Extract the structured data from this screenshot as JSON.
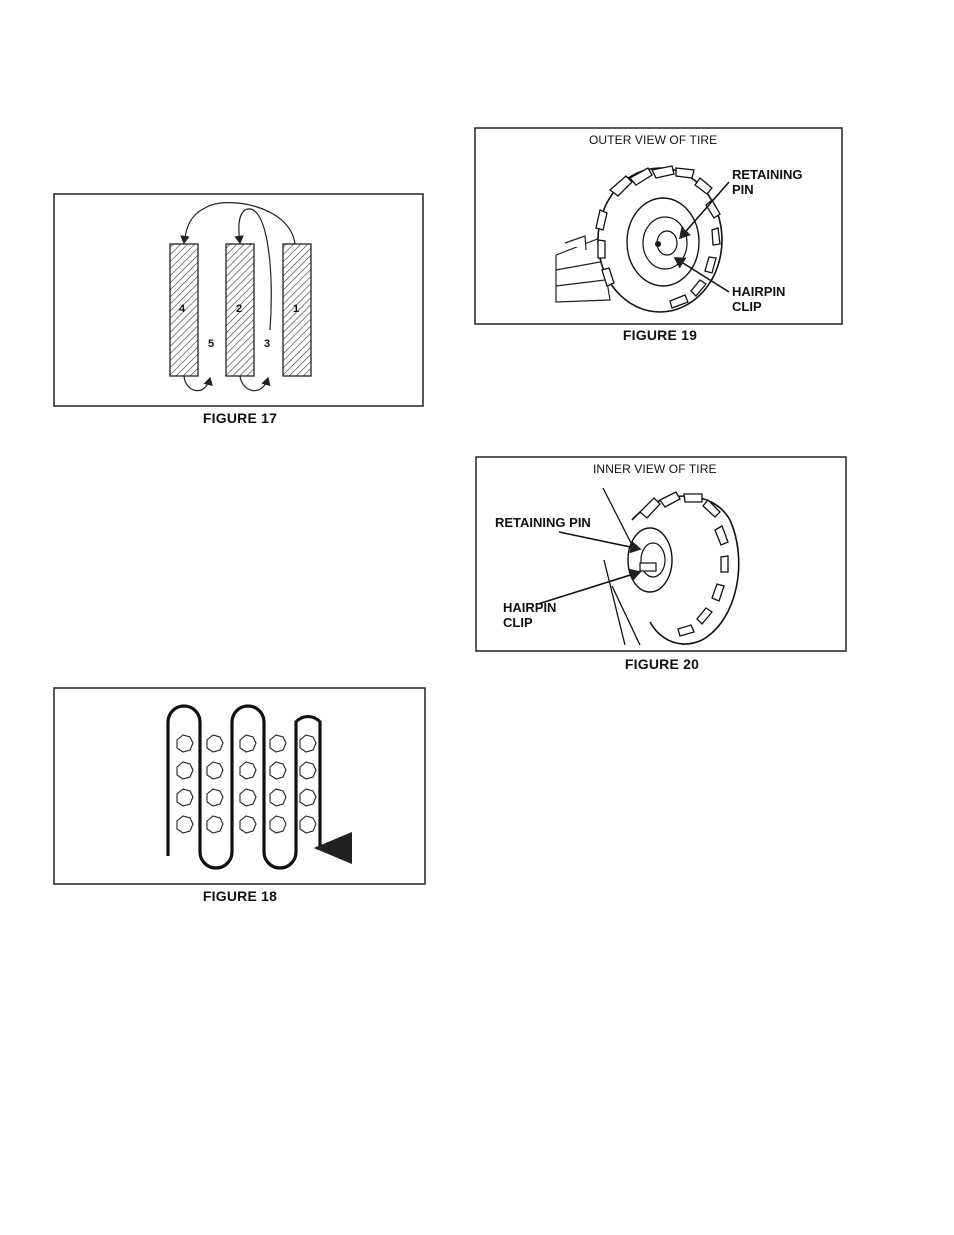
{
  "figure17": {
    "caption": "FIGURE 17",
    "strip_labels": [
      "4",
      "2",
      "1"
    ],
    "gap_labels": [
      "5",
      "3"
    ]
  },
  "figure18": {
    "caption": "FIGURE 18"
  },
  "figure19": {
    "title": "OUTER VIEW OF TIRE",
    "label_pin_line1": "RETAINING",
    "label_pin_line2": "PIN",
    "label_clip_line1": "HAIRPIN",
    "label_clip_line2": "CLIP",
    "caption": "FIGURE 19"
  },
  "figure20": {
    "title": "INNER VIEW OF TIRE",
    "label_pin": "RETAINING PIN",
    "label_clip_line1": "HAIRPIN",
    "label_clip_line2": "CLIP",
    "caption": "FIGURE 20"
  }
}
